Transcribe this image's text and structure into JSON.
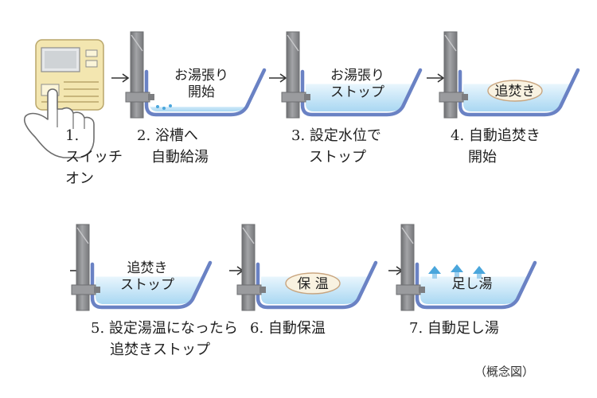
{
  "colors": {
    "pipe": "#8f9093",
    "pipe_dark": "#6e6f72",
    "tub_outline": "#6a82c4",
    "water_top": "#e9f6fd",
    "water_bottom": "#a9d7f2",
    "panel": "#f3e6b0",
    "steam": "#4aa6dc"
  },
  "steps": [
    {
      "id": 1,
      "caption": [
        "1.",
        "スイッチ",
        "オン"
      ]
    },
    {
      "id": 2,
      "caption": [
        "2. 浴槽へ",
        "自動給湯"
      ],
      "label": [
        "お湯張り",
        "開始"
      ],
      "water_level": 0.12
    },
    {
      "id": 3,
      "caption": [
        "3. 設定水位で",
        "ストップ"
      ],
      "label": [
        "お湯張り",
        "ストップ"
      ],
      "water_level": 0.72
    },
    {
      "id": 4,
      "caption": [
        "4. 自動追焚き",
        "開始"
      ],
      "label": [
        "追焚き"
      ],
      "water_level": 0.72,
      "label_oval": true
    },
    {
      "id": 5,
      "caption": [
        "5. 設定湯温になったら",
        "追焚きストップ"
      ],
      "label": [
        "追焚き",
        "ストップ"
      ],
      "water_level": 0.72
    },
    {
      "id": 6,
      "caption": [
        "6. 自動保温"
      ],
      "label": [
        "保 温"
      ],
      "water_level": 0.72,
      "label_oval": true
    },
    {
      "id": 7,
      "caption": [
        "7. 自動足し湯"
      ],
      "label": [
        "足し湯"
      ],
      "water_level": 0.72,
      "steam": true
    }
  ],
  "note": "（概念図）"
}
